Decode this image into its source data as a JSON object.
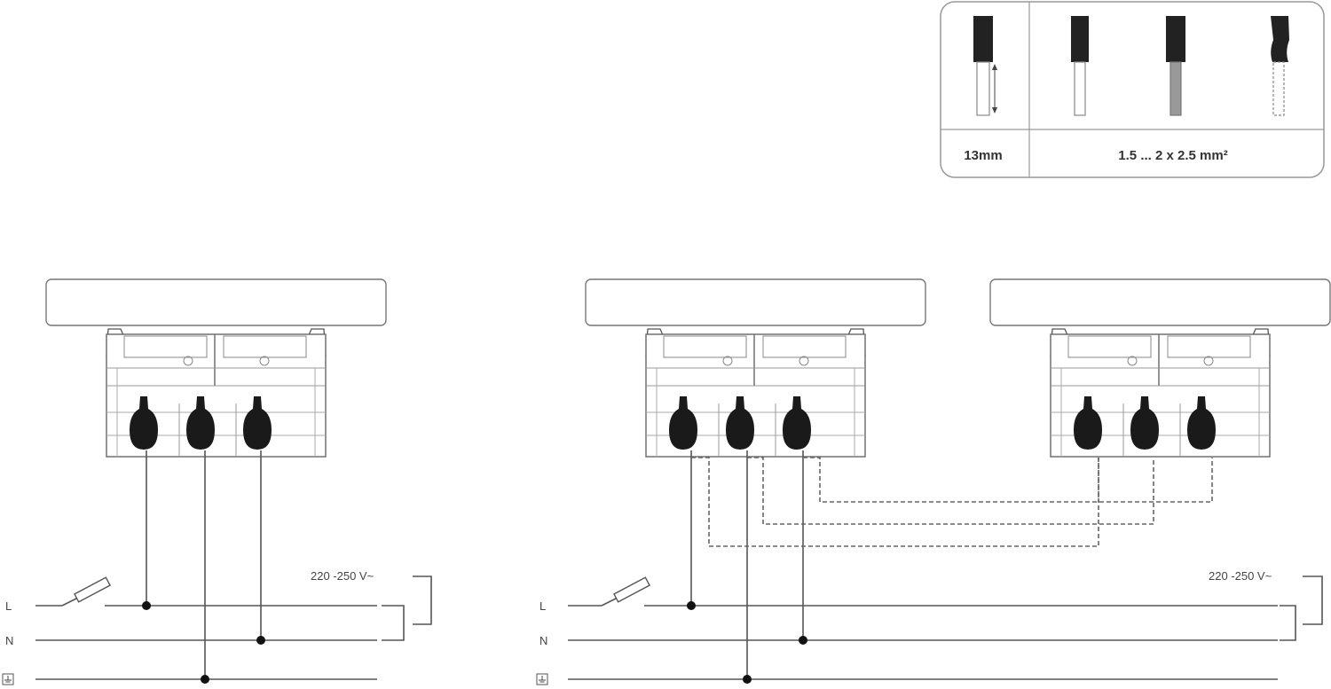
{
  "wire_spec": {
    "strip_length": "13mm",
    "cross_section": "1.5 ... 2 x 2.5 mm²"
  },
  "terminals": {
    "line": "L",
    "neutral": "N",
    "earth_icon": "earth-ground-icon"
  },
  "supply": {
    "voltage_left": "220 -250 V~",
    "voltage_right": "220 -250 V~"
  },
  "devices": [
    "socket-outlet-single",
    "socket-outlet-main",
    "socket-outlet-extension"
  ]
}
